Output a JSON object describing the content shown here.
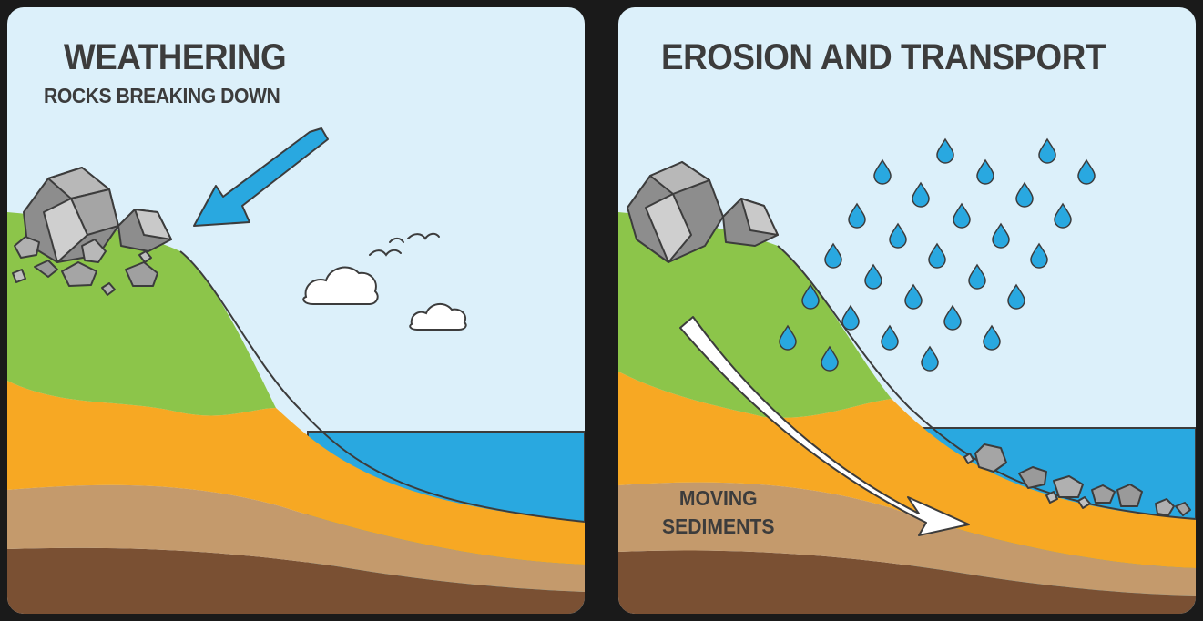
{
  "panels": {
    "weathering": {
      "title": "WEATHERING",
      "subtitle": "ROCKS BREAKING DOWN"
    },
    "erosion": {
      "title": "EROSION AND TRANSPORT",
      "label_line1": "MOVING",
      "label_line2": "SEDIMENTS"
    }
  },
  "colors": {
    "sky": "#dcf0fa",
    "grass": "#8cc54a",
    "sand": "#f7a823",
    "clay": "#c49a6c",
    "soil": "#7a5033",
    "water": "#29a8e0",
    "rock": "#8d8d8d",
    "arrow_blue": "#29a8e0",
    "outline": "#3c3c3c"
  },
  "icons": [
    "rock-pile-icon",
    "arrow-icon",
    "cloud-icon",
    "bird-icon",
    "raindrop-icon"
  ]
}
